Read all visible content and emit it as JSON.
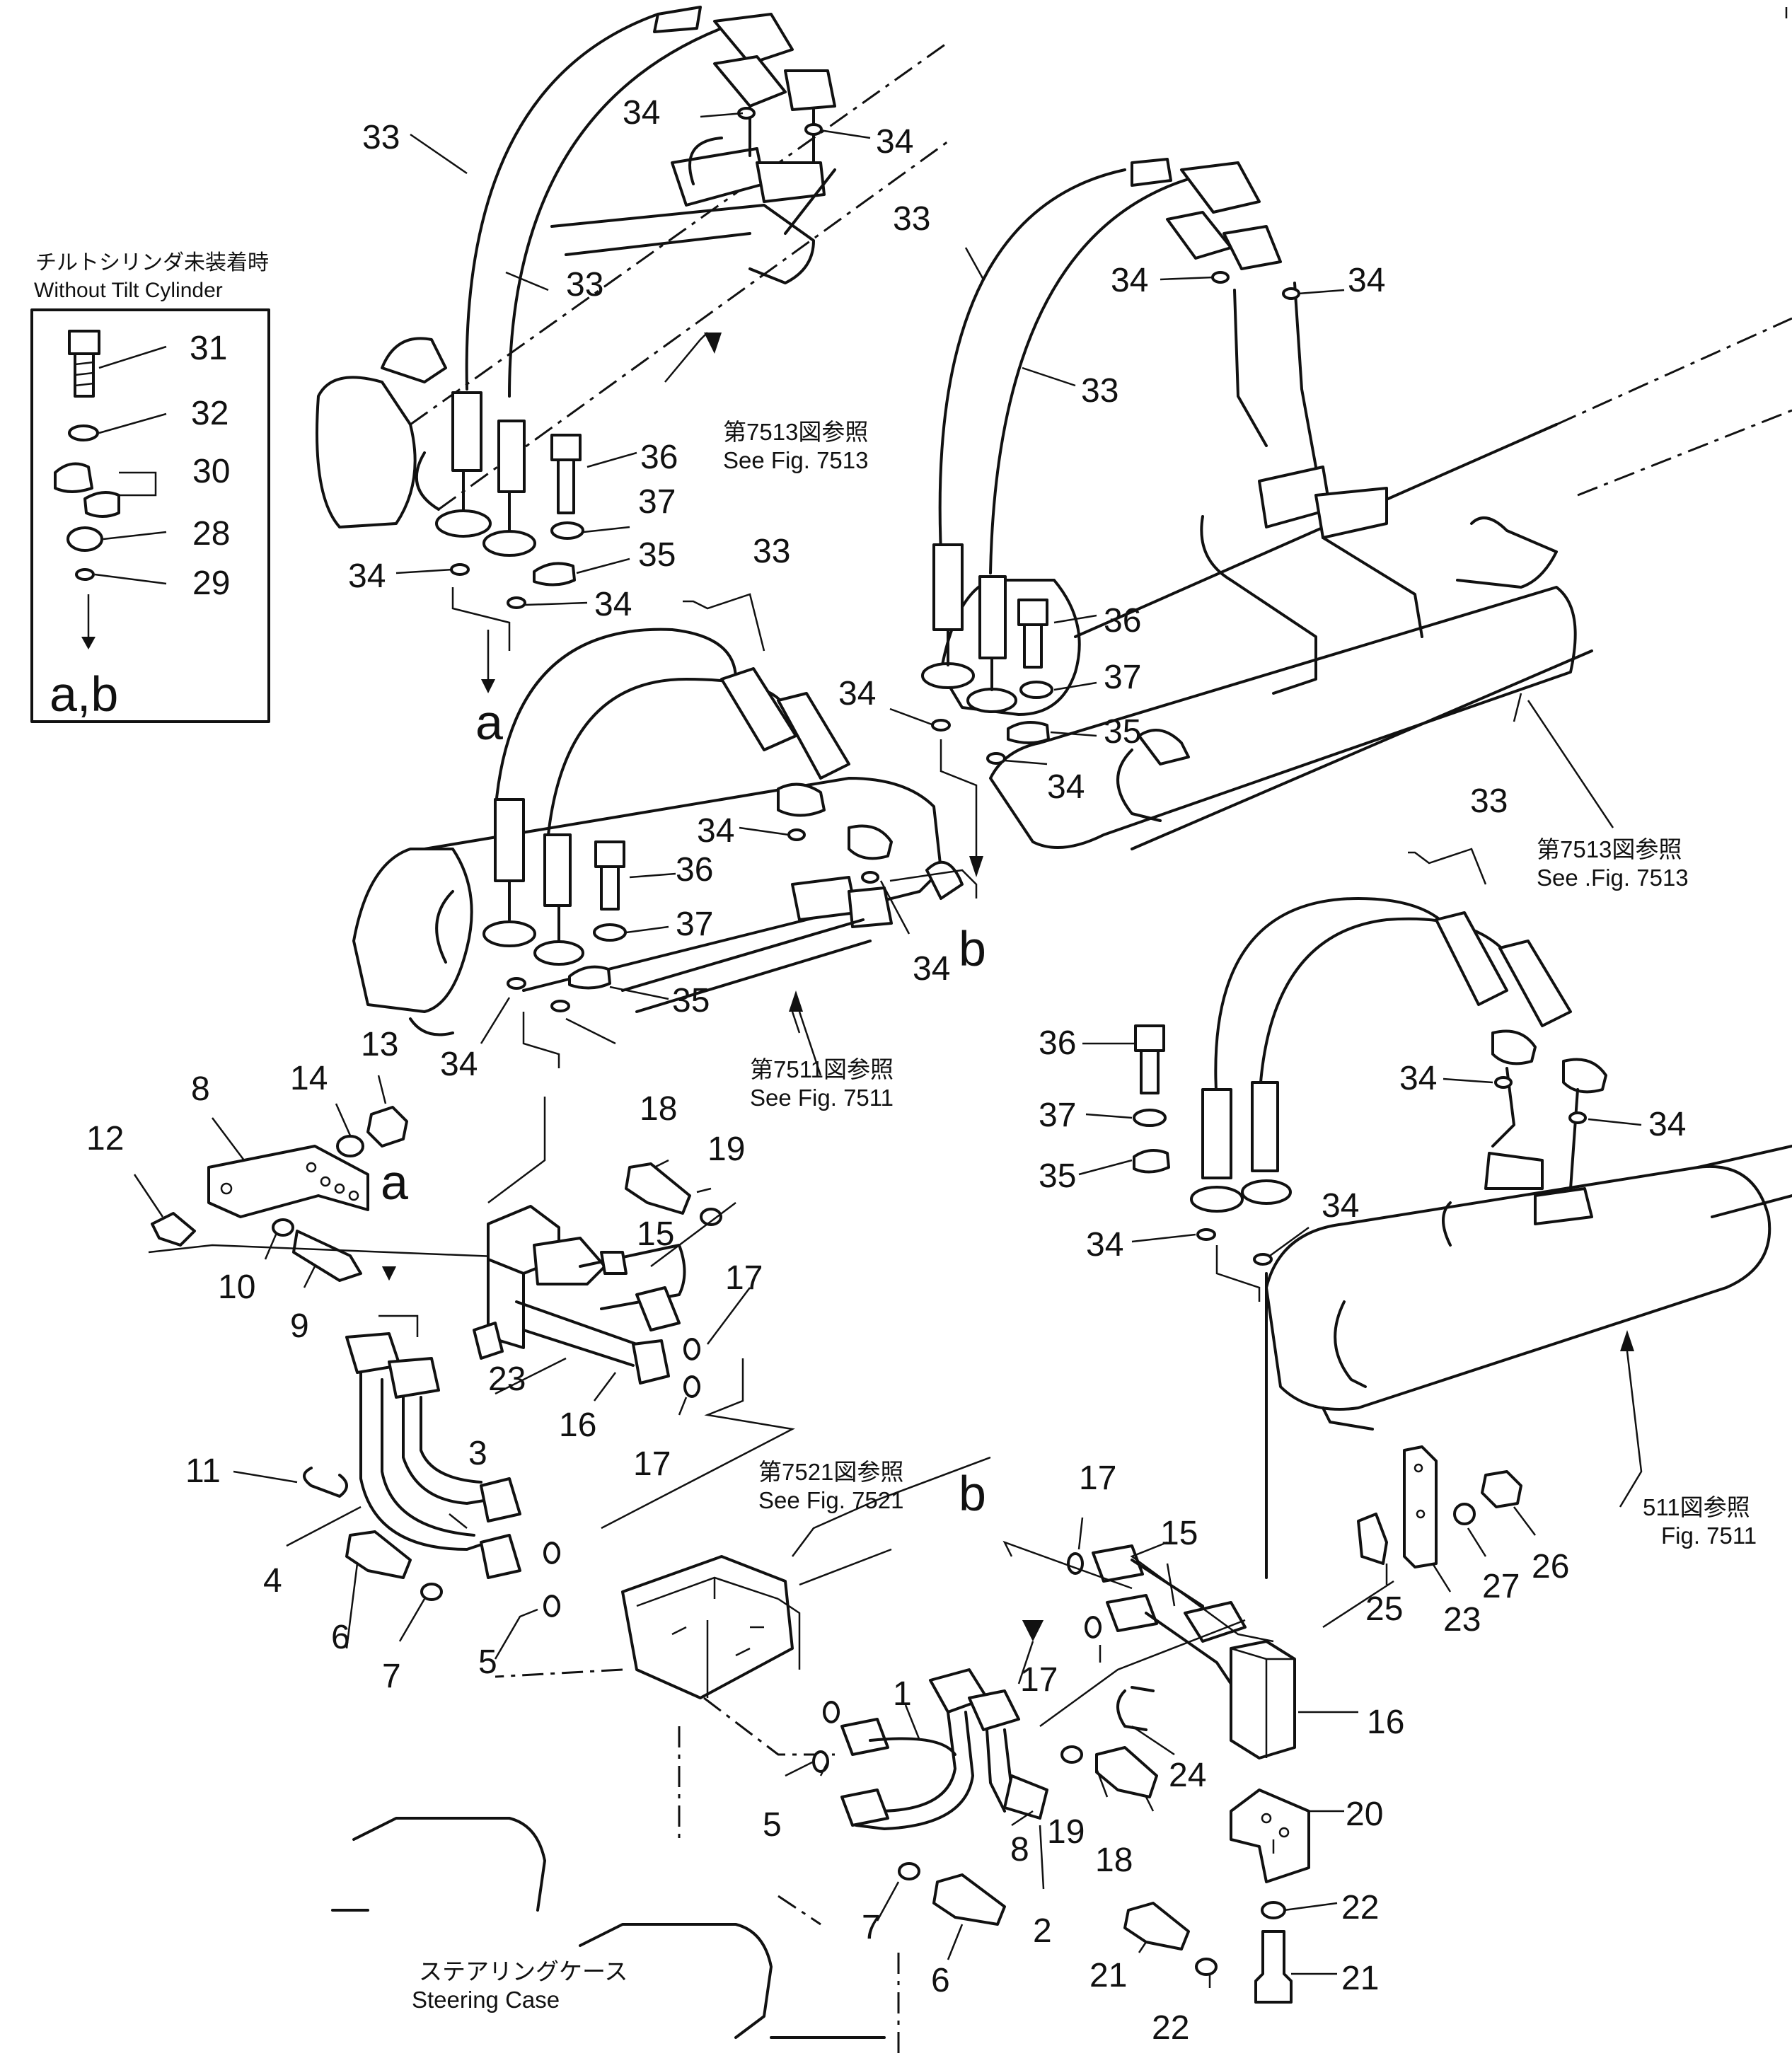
{
  "inset": {
    "title_jp": "チルトシリンダ未装着時",
    "title_en": "Without Tilt Cylinder",
    "items": [
      "31",
      "32",
      "30",
      "28",
      "29"
    ],
    "ref": "a,b"
  },
  "references": [
    {
      "jp": "第7513図参照",
      "en": "See Fig. 7513"
    },
    {
      "jp": "第7513図参照",
      "en": "See .Fig. 7513"
    },
    {
      "jp": "第7511図参照",
      "en": "See Fig. 7511"
    },
    {
      "jp": "第7521図参照",
      "en": "See Fig. 7521"
    },
    {
      "jp": "511図参照",
      "en": "Fig. 7511"
    }
  ],
  "steering_case": {
    "jp": "ステアリングケース",
    "en": "Steering Case"
  },
  "letters": [
    "a",
    "b",
    "a",
    "b"
  ],
  "callouts": [
    "33",
    "34",
    "34",
    "33",
    "33",
    "34",
    "34",
    "33",
    "36",
    "37",
    "35",
    "34",
    "34",
    "36",
    "37",
    "35",
    "34",
    "34",
    "33",
    "36",
    "37",
    "35",
    "34",
    "34",
    "34",
    "33",
    "36",
    "37",
    "35",
    "34",
    "34",
    "34",
    "34",
    "8",
    "14",
    "13",
    "12",
    "10",
    "9",
    "18",
    "19",
    "15",
    "17",
    "23",
    "16",
    "17",
    "11",
    "3",
    "4",
    "6",
    "7",
    "5",
    "5",
    "1",
    "8",
    "2",
    "7",
    "6",
    "17",
    "15",
    "17",
    "16",
    "24",
    "19",
    "18",
    "20",
    "22",
    "21",
    "21",
    "22",
    "25",
    "23",
    "27",
    "26"
  ]
}
